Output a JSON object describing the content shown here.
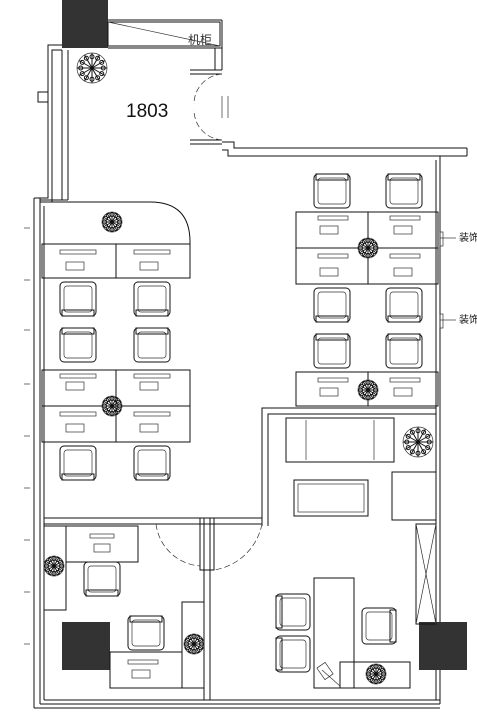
{
  "plan": {
    "room_number": "1803",
    "cabinet_label": "机柜",
    "notes": [
      "装饰",
      "装饰"
    ]
  },
  "colors": {
    "line": "#111111",
    "column_fill": "#333333",
    "background": "#ffffff"
  }
}
